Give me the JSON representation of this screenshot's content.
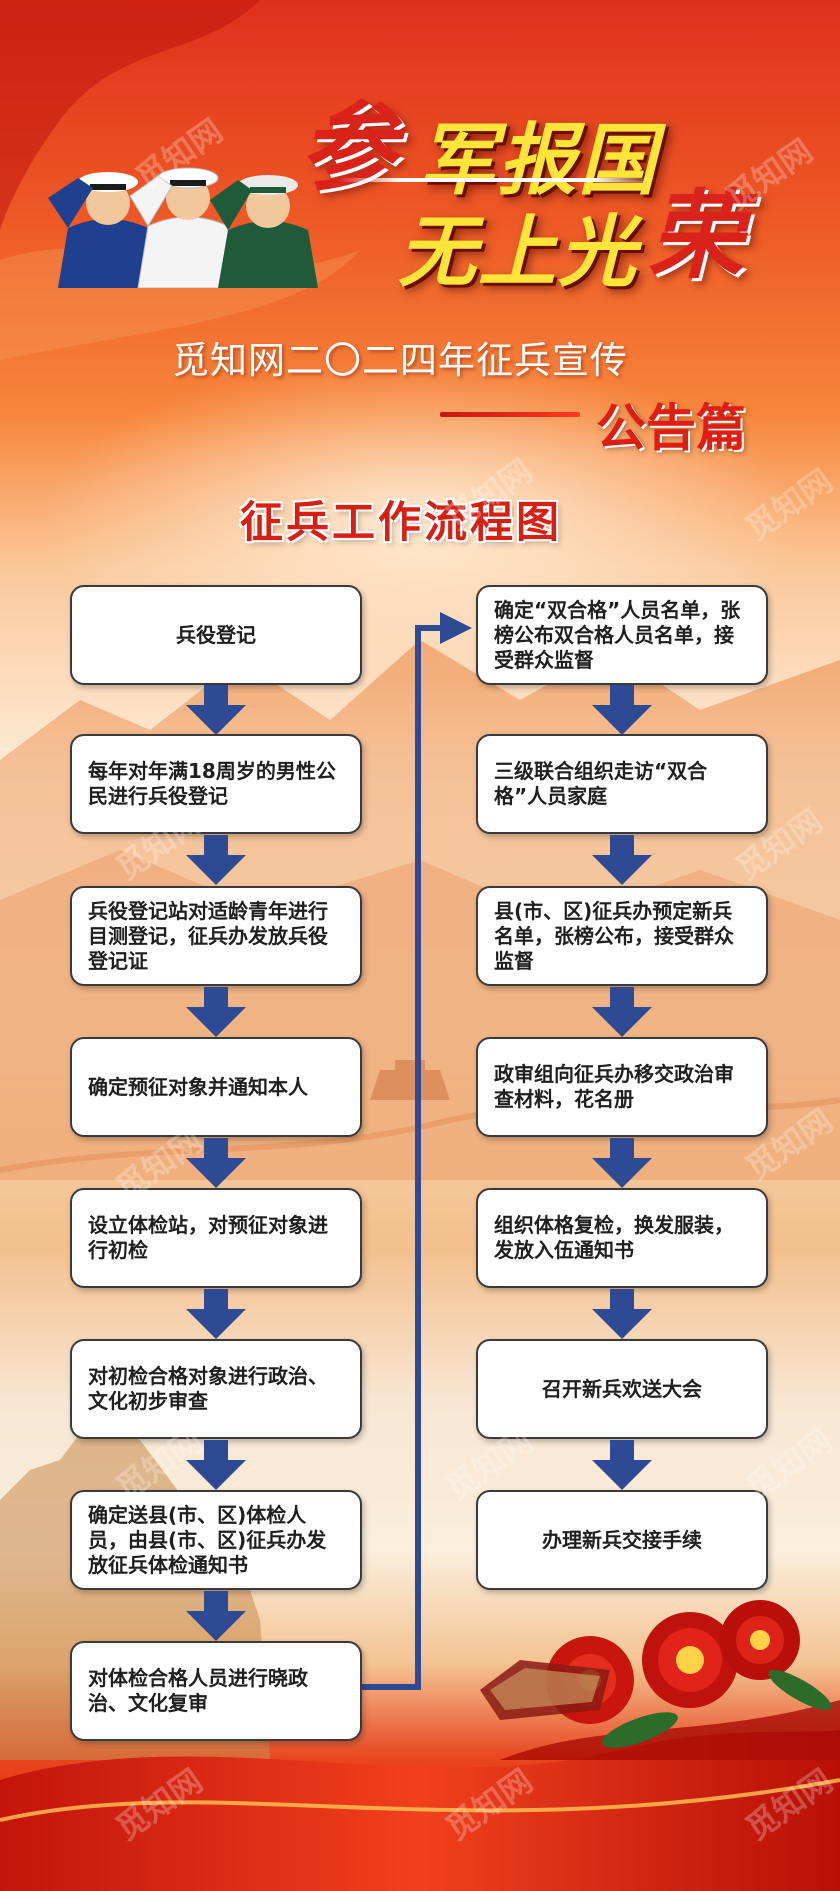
{
  "header": {
    "title_left_big": "参",
    "title_line1": "军报国",
    "title_line2": "无上光",
    "title_right_big": "荣",
    "subtitle": "觅知网二〇二四年征兵宣传",
    "subtitle_tag": "公告篇",
    "section_title": "征兵工作流程图"
  },
  "flow_left": [
    "兵役登记",
    "每年对年满18周岁的男性公民进行兵役登记",
    "兵役登记站对适龄青年进行目测登记，征兵办发放兵役登记证",
    "确定预征对象并通知本人",
    "设立体检站，对预征对象进行初检",
    "对初检合格对象进行政治、文化初步审查",
    "确定送县(市、区)体检人员，由县(市、区)征兵办发放征兵体检通知书",
    "对体检合格人员进行晓政治、文化复审"
  ],
  "flow_right": [
    "确定“双合格”人员名单，张榜公布双合格人员名单，接受群众监督",
    "三级联合组织走访“双合格”人员家庭",
    "县(市、区)征兵办预定新兵名单，张榜公布，接受群众监督",
    "政审组向征兵办移交政治审查材料，花名册",
    "组织体格复检，换发服装，发放入伍通知书",
    "召开新兵欢送大会",
    "办理新兵交接手续"
  ],
  "watermark": "觅知网",
  "colors": {
    "arrow": "#2f4a94",
    "title_red": "#d8221a",
    "title_yellow": "#ffe53a"
  }
}
